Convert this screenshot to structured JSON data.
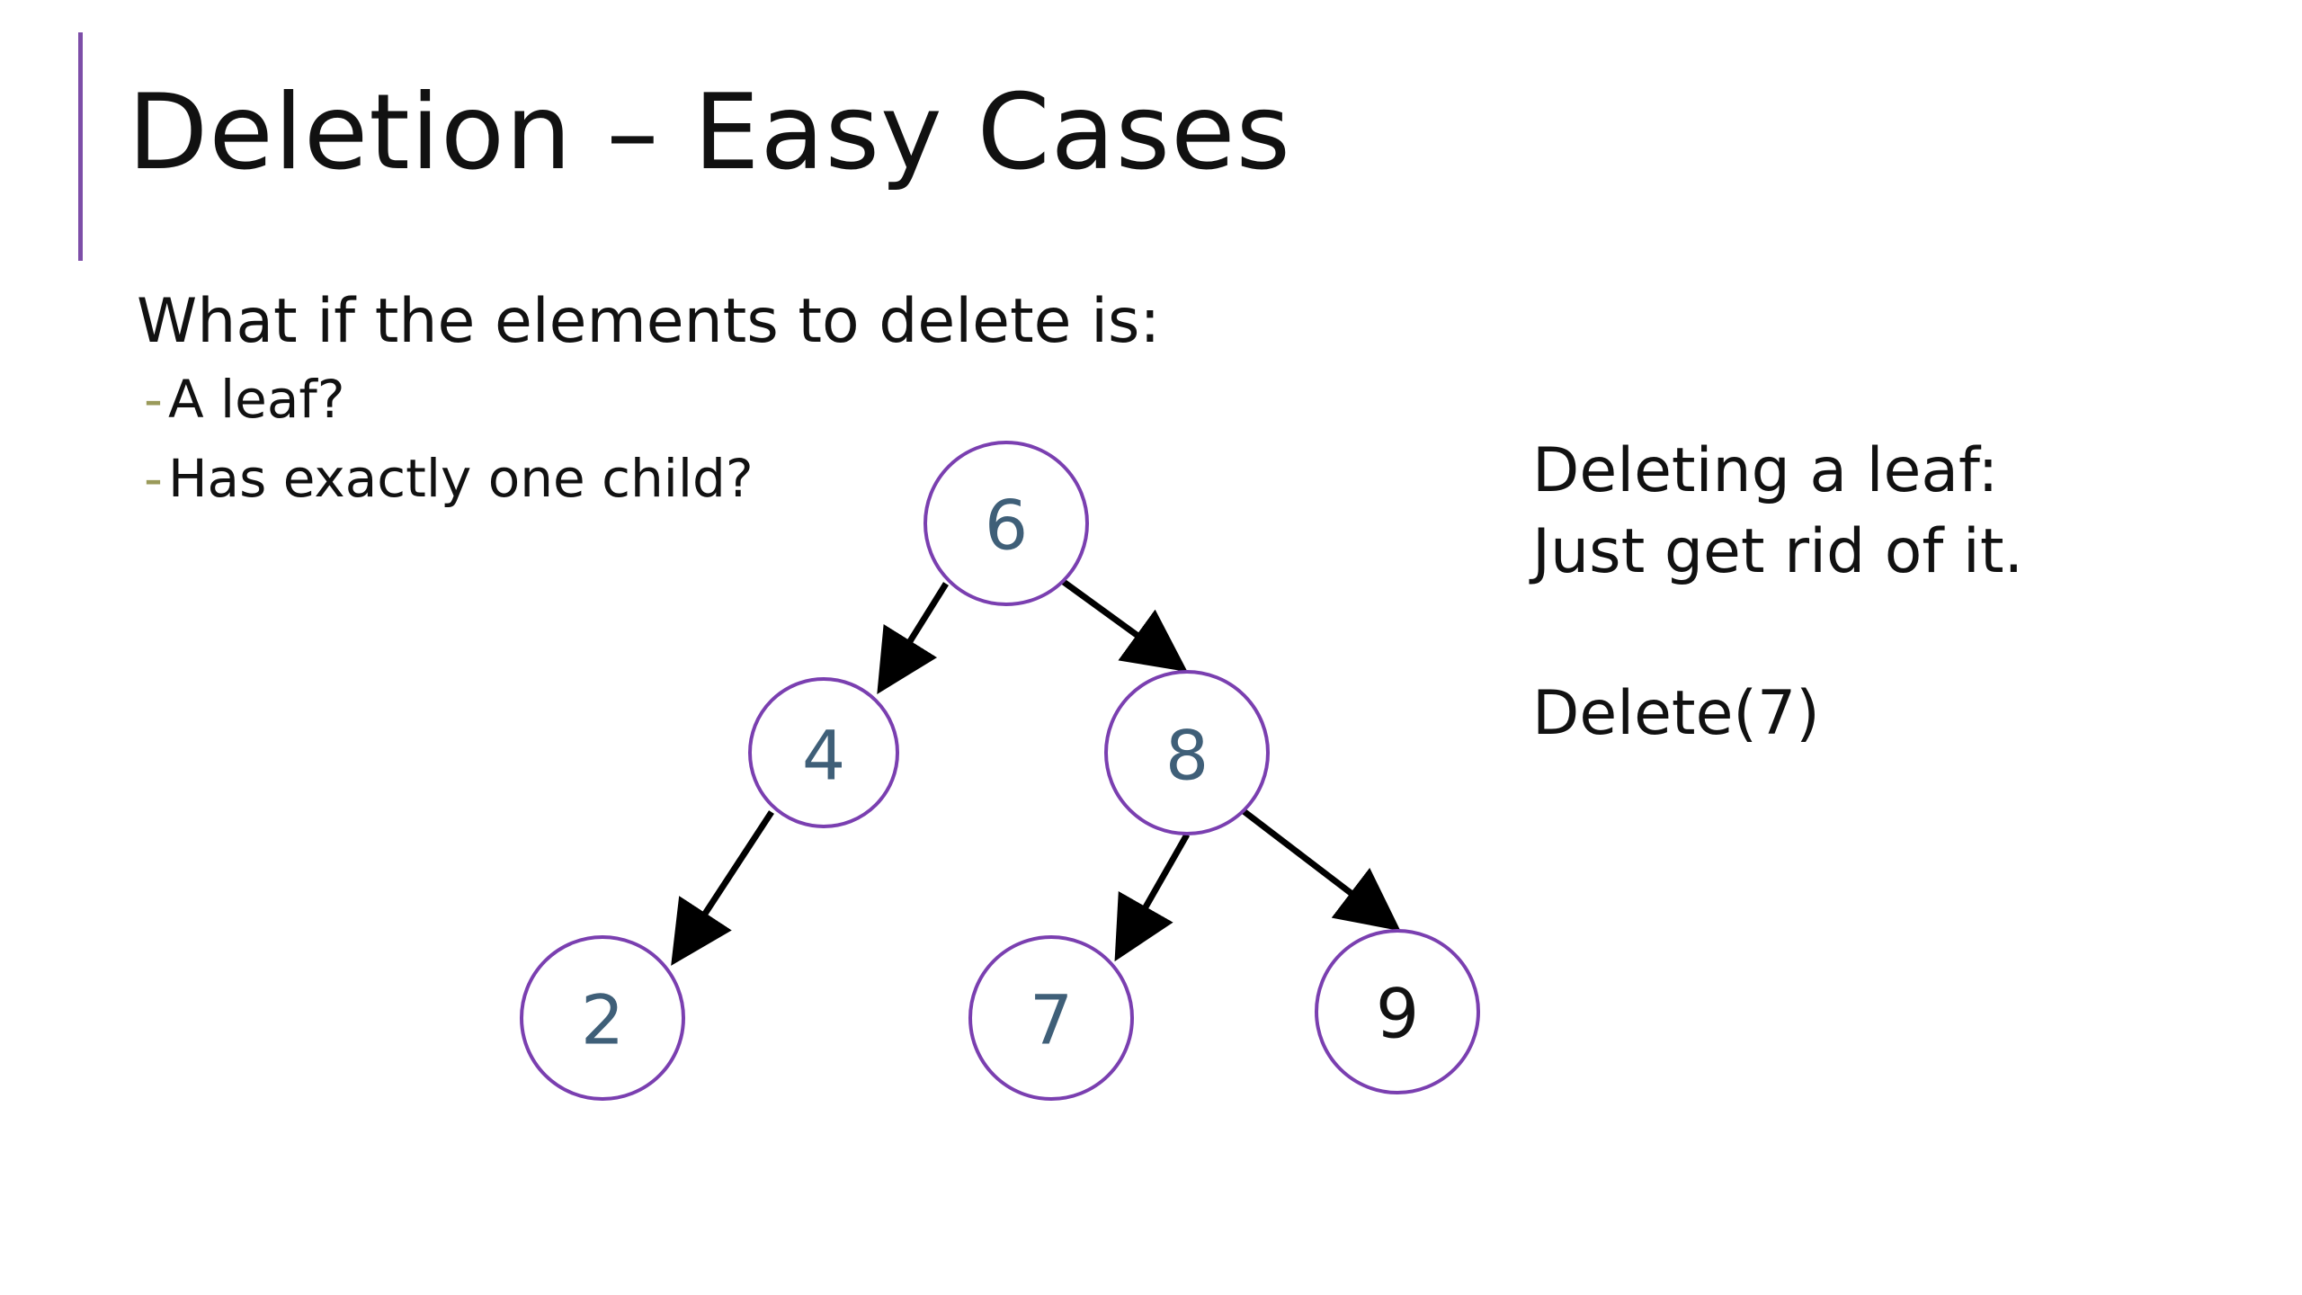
{
  "slide": {
    "title": "Deletion – Easy Cases",
    "intro": "What if the elements to delete is:",
    "bullets": [
      {
        "dash": "-",
        "text": "A leaf?"
      },
      {
        "dash": "-",
        "text": "Has exactly one child?"
      }
    ],
    "side_lines": [
      "Deleting a leaf:",
      "Just get rid of it.",
      "Delete(7)"
    ]
  },
  "tree": {
    "nodes": [
      {
        "id": "n6",
        "label": "6"
      },
      {
        "id": "n4",
        "label": "4"
      },
      {
        "id": "n8",
        "label": "8"
      },
      {
        "id": "n2",
        "label": "2"
      },
      {
        "id": "n7",
        "label": "7"
      },
      {
        "id": "n9",
        "label": "9"
      }
    ],
    "edges": [
      {
        "from": "6",
        "to": "4"
      },
      {
        "from": "6",
        "to": "8"
      },
      {
        "from": "4",
        "to": "2"
      },
      {
        "from": "8",
        "to": "7"
      },
      {
        "from": "8",
        "to": "9"
      }
    ]
  },
  "colors": {
    "accent": "#7d4ea8",
    "node_border": "#7a3fb0",
    "node_text": "#3f5f78",
    "edge": "#000000"
  }
}
